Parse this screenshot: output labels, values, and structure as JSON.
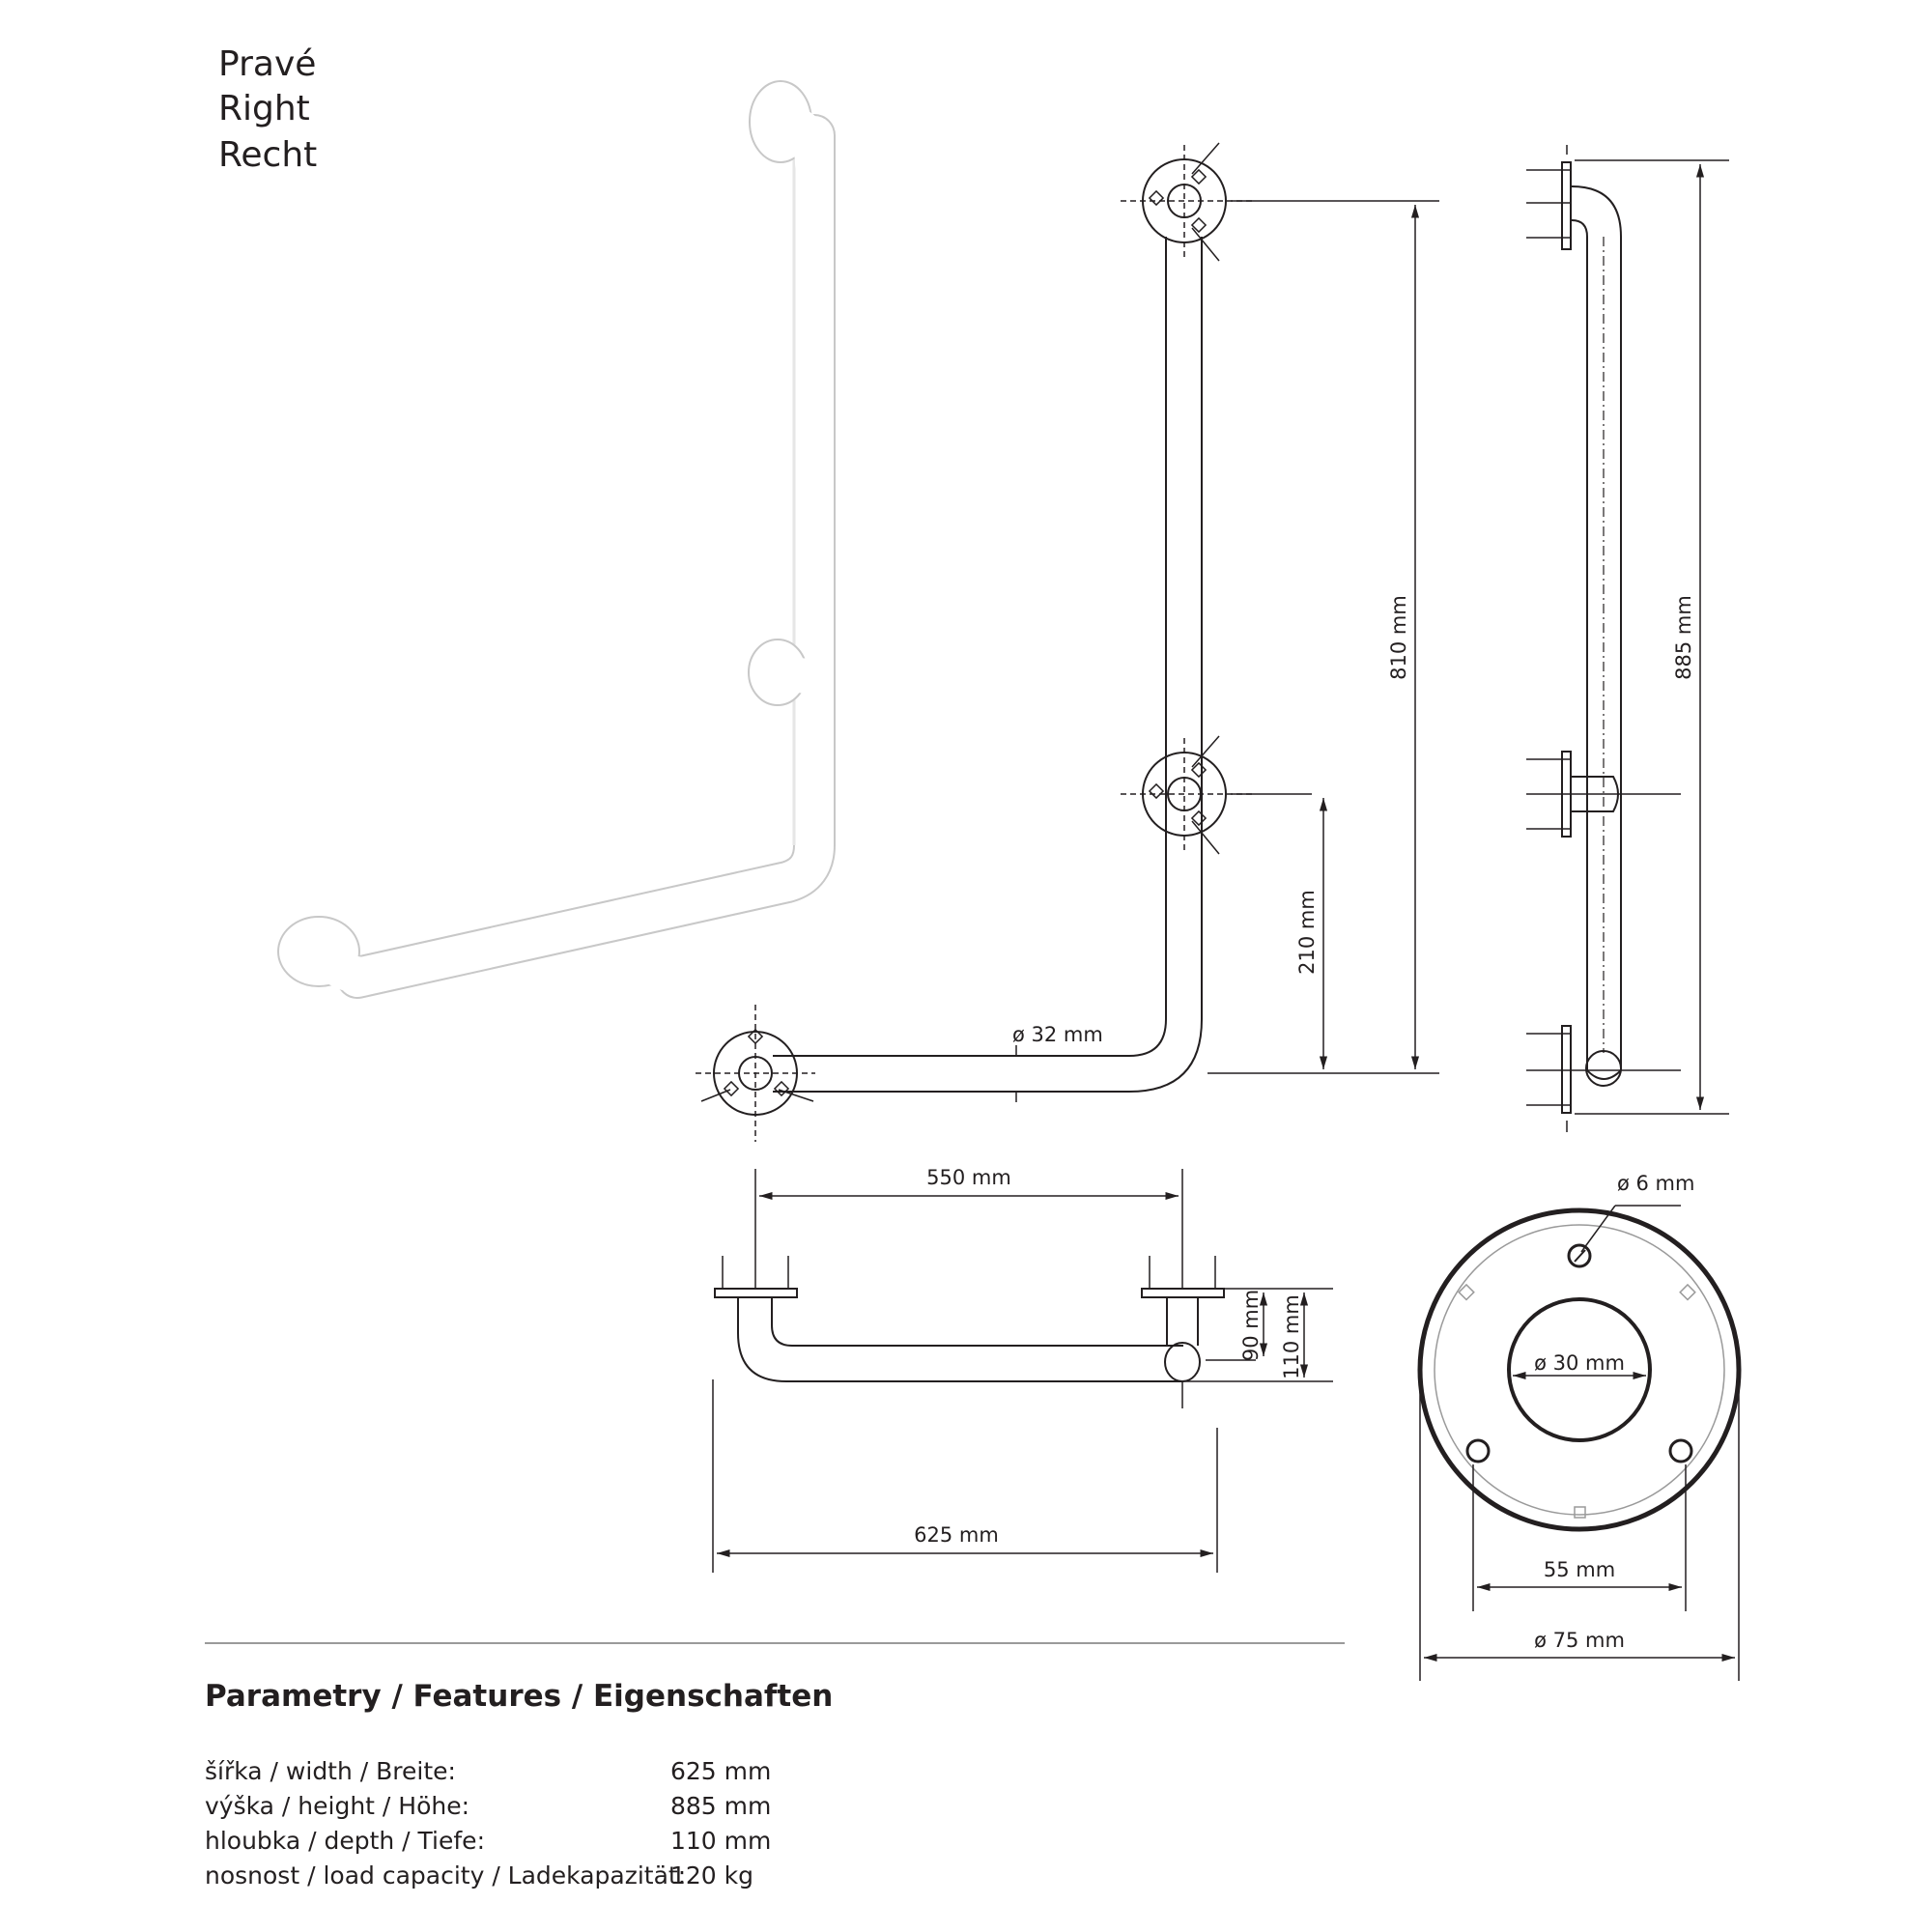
{
  "variant_labels": [
    "Pravé",
    "Right",
    "Recht"
  ],
  "dimensions": {
    "tube_diameter": "ø 32 mm",
    "height_810": "810 mm",
    "height_210": "210 mm",
    "height_885": "885 mm",
    "length_550": "550 mm",
    "depth_90": "90 mm",
    "depth_110": "110 mm",
    "width_625": "625 mm",
    "hole_diameter": "ø 6 mm",
    "inner_diameter": "ø 30 mm",
    "hole_spacing": "55 mm",
    "rosette_diameter": "ø 75 mm"
  },
  "features": {
    "title": "Parametry / Features / Eigenschaften",
    "rows": [
      {
        "label": "šířka / width / Breite:",
        "value": "625 mm"
      },
      {
        "label": "výška / height / Höhe:",
        "value": "885 mm"
      },
      {
        "label": "hloubka / depth / Tiefe:",
        "value": "110 mm"
      },
      {
        "label": "nosnost / load capacity / Ladekapazität:",
        "value": "120 kg"
      }
    ]
  }
}
